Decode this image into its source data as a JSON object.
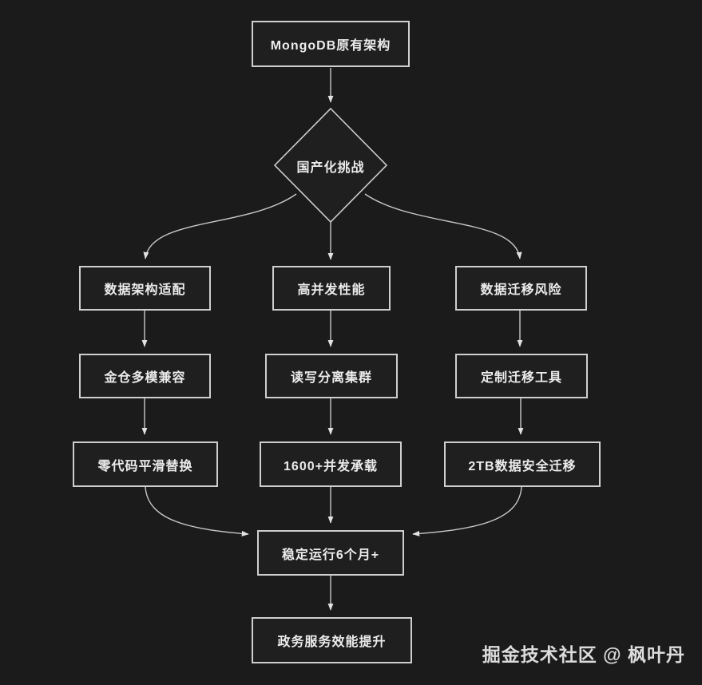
{
  "nodes": {
    "root": "MongoDB原有架构",
    "decision": "国产化挑战",
    "branch1": "数据架构适配",
    "branch2": "高并发性能",
    "branch3": "数据迁移风险",
    "sol1": "金仓多模兼容",
    "sol2": "读写分离集群",
    "sol3": "定制迁移工具",
    "res1": "零代码平滑替换",
    "res2": "1600+并发承载",
    "res3": "2TB数据安全迁移",
    "merge": "稳定运行6个月+",
    "final": "政务服务效能提升"
  },
  "edges": [
    {
      "from": "MongoDB原有架构",
      "to": "国产化挑战"
    },
    {
      "from": "国产化挑战",
      "to": "数据架构适配"
    },
    {
      "from": "国产化挑战",
      "to": "高并发性能"
    },
    {
      "from": "国产化挑战",
      "to": "数据迁移风险"
    },
    {
      "from": "数据架构适配",
      "to": "金仓多模兼容"
    },
    {
      "from": "高并发性能",
      "to": "读写分离集群"
    },
    {
      "from": "数据迁移风险",
      "to": "定制迁移工具"
    },
    {
      "from": "金仓多模兼容",
      "to": "零代码平滑替换"
    },
    {
      "from": "读写分离集群",
      "to": "1600+并发承载"
    },
    {
      "from": "定制迁移工具",
      "to": "2TB数据安全迁移"
    },
    {
      "from": "零代码平滑替换",
      "to": "稳定运行6个月+"
    },
    {
      "from": "1600+并发承载",
      "to": "稳定运行6个月+"
    },
    {
      "from": "2TB数据安全迁移",
      "to": "稳定运行6个月+"
    },
    {
      "from": "稳定运行6个月+",
      "to": "政务服务效能提升"
    }
  ],
  "watermark": "掘金技术社区 @ 枫叶丹",
  "colors": {
    "background": "#1b1b1b",
    "node_fill": "#1f1f1f",
    "node_border": "#cfcfcf",
    "line": "#c9c9c9",
    "text": "#ececec"
  }
}
